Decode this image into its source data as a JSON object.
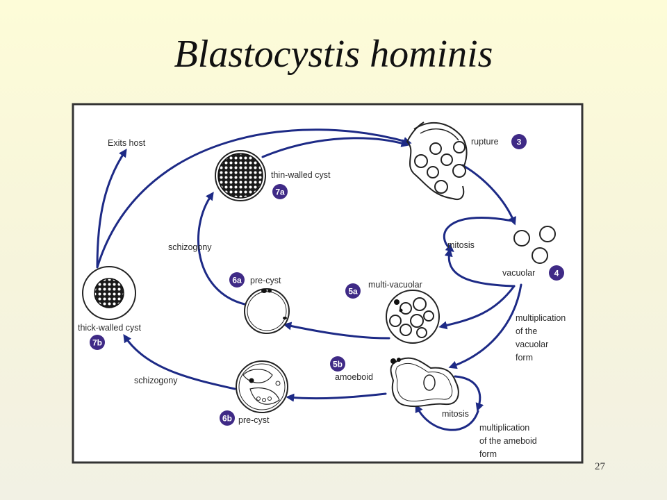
{
  "slide": {
    "title": "Blastocystis hominis",
    "page_number": "27"
  },
  "colors": {
    "arrow": "#1d2a86",
    "badge": "#3f2a86",
    "panel_border": "#333333",
    "background": "#fdfcd8"
  },
  "labels": {
    "exits_host": "Exits host",
    "thin_walled_cyst": "thin-walled cyst",
    "rupture": "rupture",
    "mitosis_upper": "mitosis",
    "vacuolar": "vacuolar",
    "multiplication_vacuolar": [
      "multiplication",
      "of the",
      "vacuolar",
      "form"
    ],
    "schizogony_upper": "schizogony",
    "pre_cyst_upper": "pre-cyst",
    "multi_vacuolar": "multi-vacuolar",
    "thick_walled_cyst": "thick-walled cyst",
    "amoeboid": "amoeboid",
    "schizogony_lower": "schizogony",
    "pre_cyst_lower": "pre-cyst",
    "mitosis_lower": "mitosis",
    "multiplication_ameboid": [
      "multiplication",
      "of the ameboid",
      "form"
    ]
  },
  "badges": {
    "b3": "3",
    "b4": "4",
    "b5a": "5a",
    "b5b": "5b",
    "b6a": "6a",
    "b6b": "6b",
    "b7a": "7a",
    "b7b": "7b"
  }
}
